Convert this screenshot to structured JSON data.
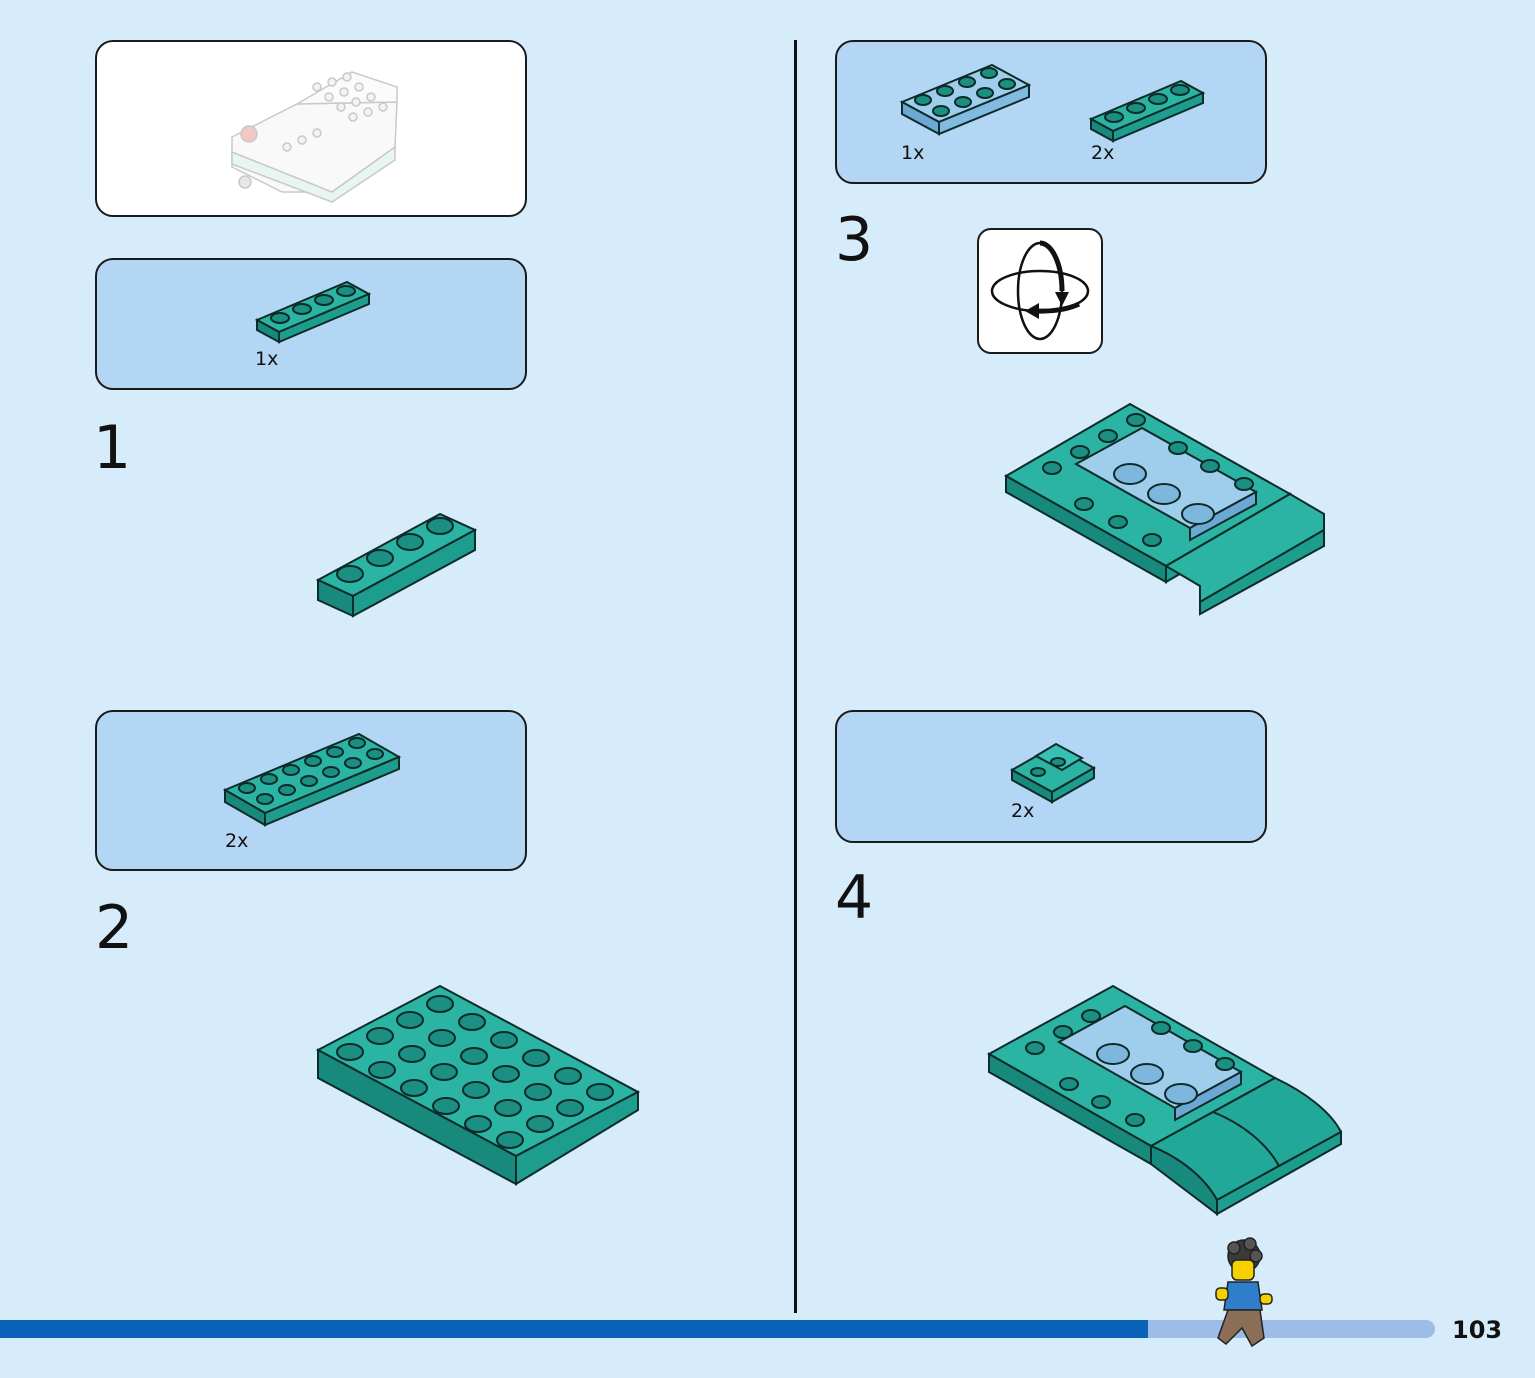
{
  "page": {
    "number": "103",
    "progress": 0.8
  },
  "colors": {
    "background": "#d6ecfa",
    "parts_box": "#b3d6f4",
    "teal_part": "#1fa394",
    "light_blue_part": "#8fc3e6",
    "progress_fill": "#0a62b8",
    "progress_track": "#9dbde8"
  },
  "preview": {
    "icon": "boat-preview"
  },
  "steps": [
    {
      "number": "1",
      "parts": [
        {
          "qty": "1x",
          "part": "teal-plate-1x4-icon"
        }
      ]
    },
    {
      "number": "2",
      "parts": [
        {
          "qty": "2x",
          "part": "teal-plate-2x6-icon"
        }
      ]
    },
    {
      "number": "3",
      "parts": [
        {
          "qty": "1x",
          "part": "light-blue-plate-2x4-icon"
        },
        {
          "qty": "2x",
          "part": "teal-plate-1x4-icon"
        }
      ],
      "callout": "rotate-model-icon"
    },
    {
      "number": "4",
      "parts": [
        {
          "qty": "2x",
          "part": "teal-curved-slope-icon"
        }
      ]
    }
  ]
}
